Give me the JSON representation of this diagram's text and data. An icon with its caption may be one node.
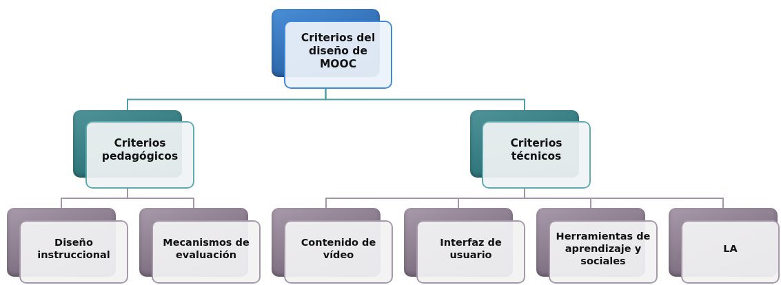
{
  "diagram": {
    "nodes": [
      {
        "text": [
          "Criterios del diseño de MOOC"
        ]
      },
      {
        "text": [
          "Criterios pedagógicos"
        ]
      },
      {
        "text": [
          "Criterios técnicos"
        ]
      },
      {
        "text": [
          "Diseño instruccional"
        ]
      },
      {
        "text": [
          "Mecanismos de evaluación"
        ]
      },
      {
        "text": [
          "Contenido de vídeo"
        ]
      },
      {
        "text": [
          "Interfaz de usuario"
        ]
      },
      {
        "text": [
          "Herramientas de aprendizaje y sociales"
        ]
      },
      {
        "text": [
          "LA"
        ]
      }
    ],
    "edges": [
      {
        "from": 0,
        "to": 1,
        "arrow": "none",
        "color": "#4e9ea6"
      },
      {
        "from": 0,
        "to": 2,
        "arrow": "none",
        "color": "#4e9ea6"
      },
      {
        "from": 1,
        "to": 3,
        "arrow": "none"
      },
      {
        "from": 1,
        "to": 4,
        "arrow": "none"
      },
      {
        "from": 2,
        "to": 5,
        "arrow": "none"
      },
      {
        "from": 2,
        "to": 6,
        "arrow": "none"
      },
      {
        "from": 2,
        "to": 7,
        "arrow": "none"
      },
      {
        "from": 2,
        "to": 8,
        "arrow": "none"
      }
    ]
  }
}
